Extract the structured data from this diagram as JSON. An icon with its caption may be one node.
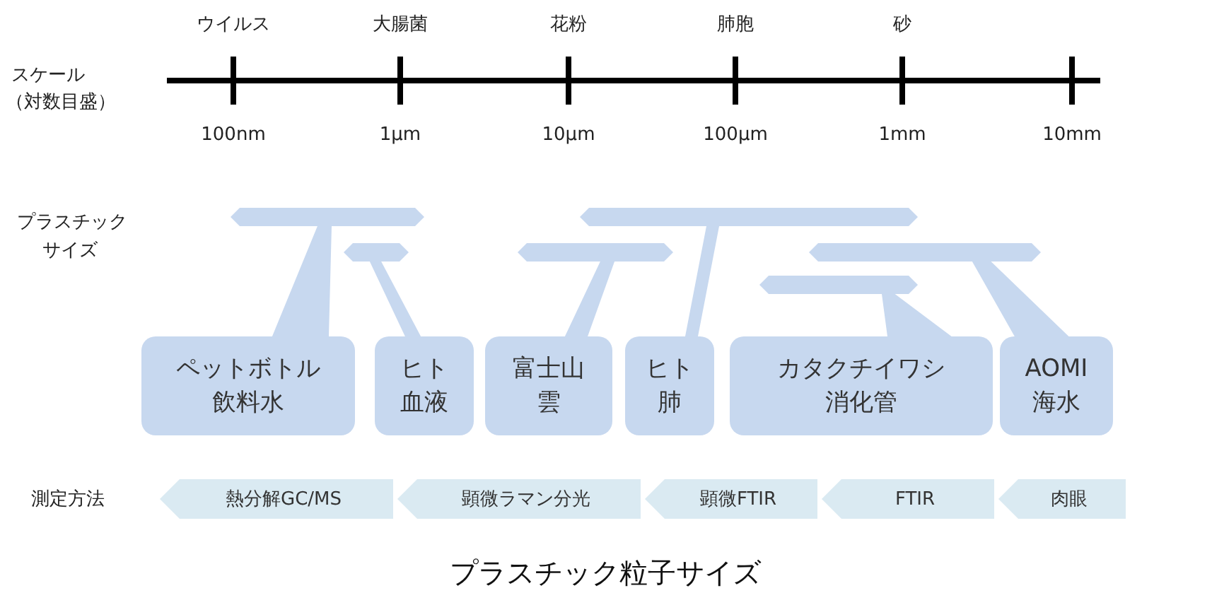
{
  "diagram": {
    "caption": "プラスチック粒子サイズ",
    "nodes": [
      {
        "text": [],
        "shape": "bar"
      },
      {
        "text": [],
        "shape": "bar"
      },
      {
        "text": [],
        "shape": "bar"
      },
      {
        "text": [],
        "shape": "bar"
      },
      {
        "text": [],
        "shape": "bar"
      },
      {
        "text": [],
        "shape": "bar"
      },
      {
        "text": [
          "ペットボトル",
          "飲料水"
        ]
      },
      {
        "text": [
          "ヒト",
          "血液"
        ]
      },
      {
        "text": [
          "富士山",
          "雲"
        ]
      },
      {
        "text": [
          "ヒト",
          "肺"
        ]
      },
      {
        "text": [
          "カタクチイワシ",
          "消化管"
        ]
      },
      {
        "text": [
          "AOMI",
          "海水"
        ]
      },
      {
        "text": [
          "熱分解GC/MS"
        ]
      },
      {
        "text": [
          "顕微ラマン分光"
        ]
      },
      {
        "text": [
          "顕微FTIR"
        ]
      },
      {
        "text": [
          "FTIR"
        ]
      },
      {
        "text": [
          "肉眼"
        ]
      }
    ],
    "edges": [
      {
        "from": 0,
        "to": 6,
        "arrow": "none"
      },
      {
        "from": 1,
        "to": 7,
        "arrow": "none"
      },
      {
        "from": 2,
        "to": 8,
        "arrow": "none"
      },
      {
        "from": 3,
        "to": 9,
        "arrow": "none"
      },
      {
        "from": 4,
        "to": 10,
        "arrow": "none"
      },
      {
        "from": 5,
        "to": 11,
        "arrow": "none"
      }
    ],
    "labels": [
      "スケール",
      "（対数目盛）",
      "ウイルス",
      "大腸菌",
      "花粉",
      "肺胞",
      "砂",
      "100nm",
      "1μm",
      "10μm",
      "100μm",
      "1mm",
      "10mm",
      "プラスチック",
      "サイズ",
      "測定方法"
    ]
  }
}
